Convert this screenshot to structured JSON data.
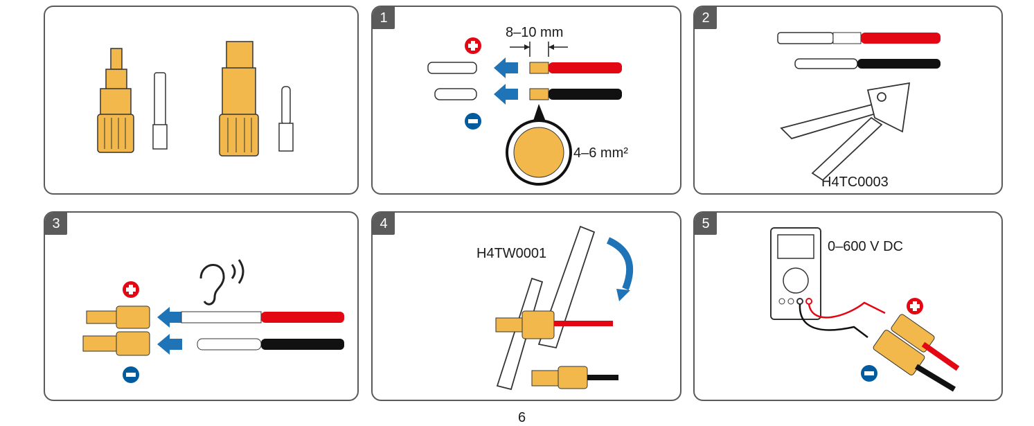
{
  "panels": [
    {
      "step": "",
      "labels": []
    },
    {
      "step": "1",
      "labels": {
        "strip": "8–10 mm",
        "area": "4–6 mm²"
      }
    },
    {
      "step": "2",
      "labels": {
        "tool": "H4TC0003"
      }
    },
    {
      "step": "3",
      "labels": []
    },
    {
      "step": "4",
      "labels": {
        "tool": "H4TW0001"
      }
    },
    {
      "step": "5",
      "labels": {
        "voltage": "0–600 V DC"
      }
    }
  ],
  "footer": "6",
  "colors": {
    "positive": "#e30613",
    "negative": "#005b9f",
    "connector": "#f2b84b",
    "arrow": "#1f73b7",
    "cable_black": "#111111"
  },
  "icons": [
    "plus-icon",
    "minus-icon",
    "arrow-left-icon",
    "ear-icon",
    "rotate-arrow-icon",
    "multimeter-icon",
    "crimp-tool-icon",
    "open-wrench-icon"
  ]
}
